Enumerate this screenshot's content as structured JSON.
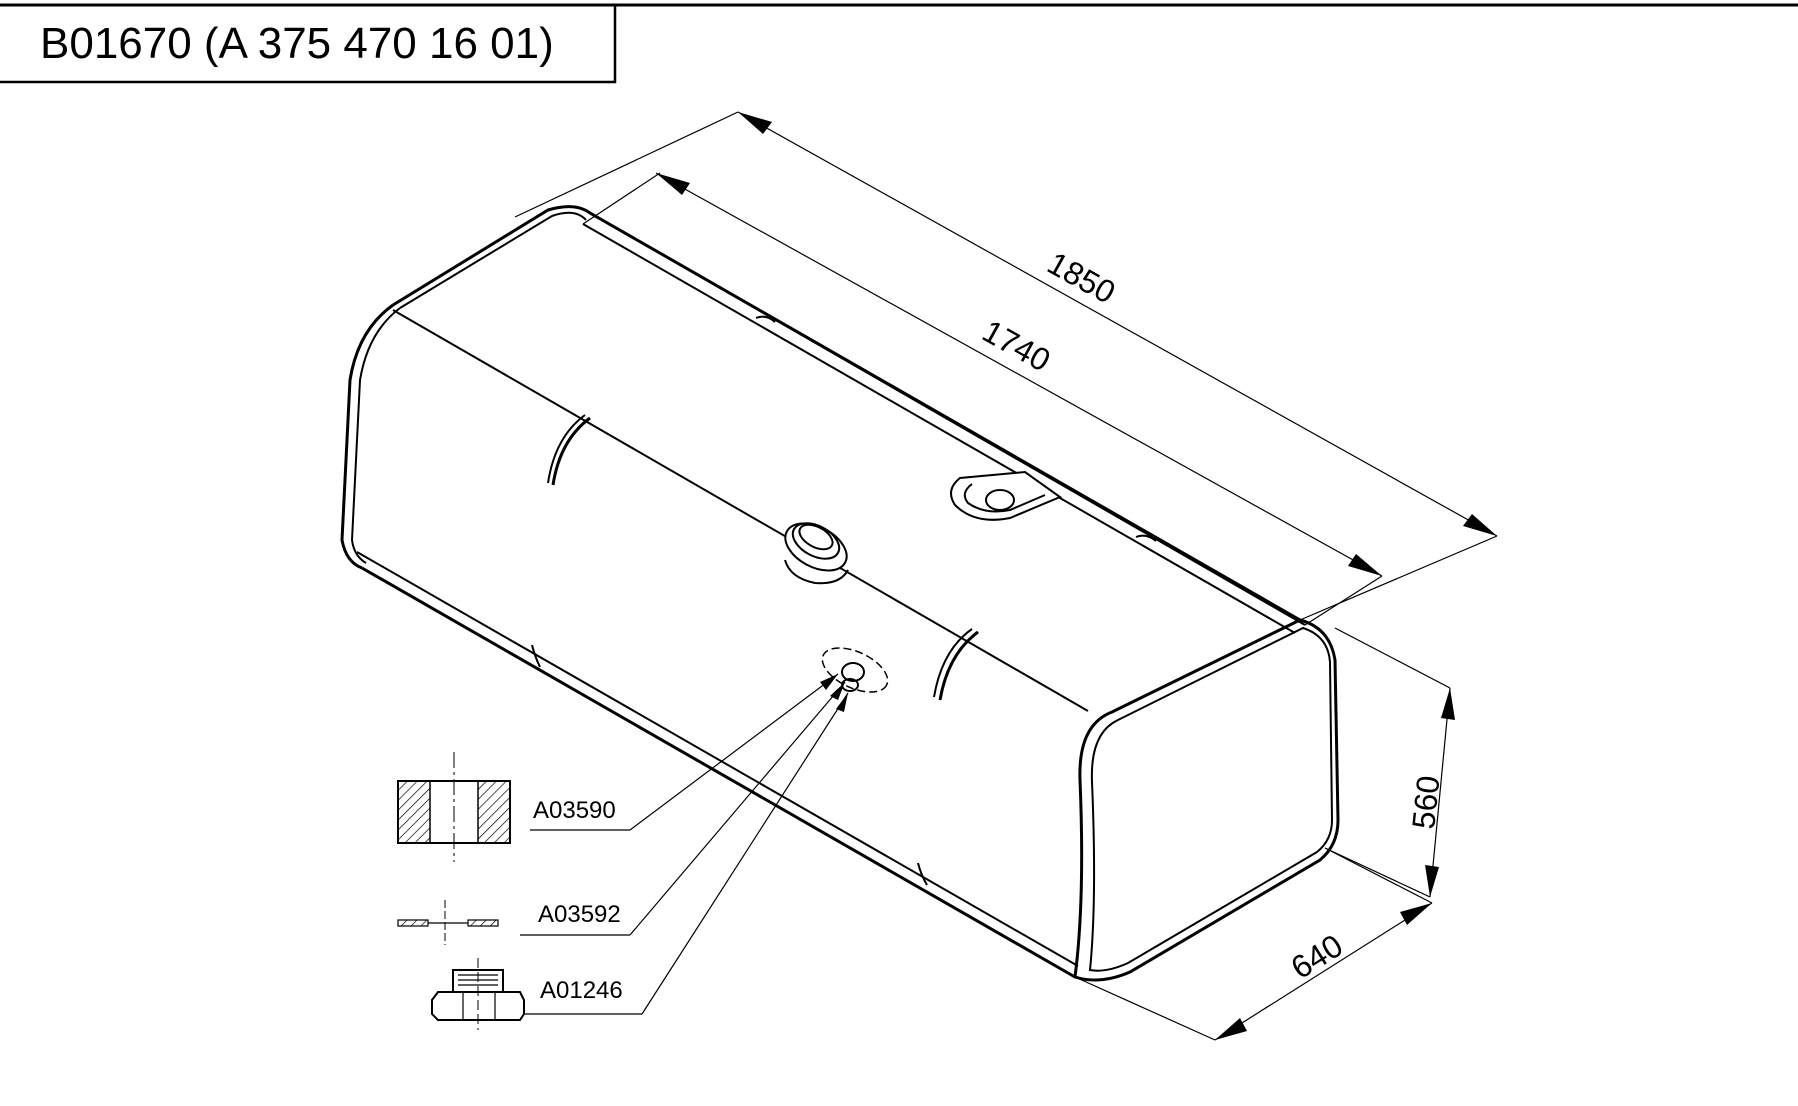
{
  "title": "B01670 (A 375 470 16 01)",
  "dimensions": {
    "overall_length": "1850",
    "inner_length": "1740",
    "height": "560",
    "width": "640"
  },
  "parts": [
    {
      "code": "A03590"
    },
    {
      "code": "A03592"
    },
    {
      "code": "A01246"
    }
  ]
}
